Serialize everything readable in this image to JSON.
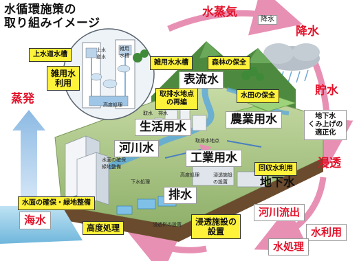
{
  "title": {
    "line1": "水循環施策の",
    "line2": "取り組みイメージ"
  },
  "labels": {
    "water_vapor": "水蒸気",
    "snowfall_small": "降水",
    "precipitation": "降水",
    "storage": "貯水",
    "groundwater_pumping": "地下水\nくみ上げの\n適正化",
    "infiltration": "浸透",
    "river_outflow": "河川流出",
    "water_use": "水利用",
    "water_treatment": "水処理",
    "sea_water": "海水",
    "evaporation": "蒸発",
    "water_supply_tank": "上水道水槽",
    "gray_water_use": "雑用水\n利用",
    "gray_water_tank": "雑用水水槽",
    "forest_conservation": "森林の保全",
    "surface_water": "表流水",
    "intake_relocation": "取排水地点\nの再編",
    "paddy_conservation": "水田の保全",
    "domestic_water": "生活用水",
    "agricultural_water": "農業用水",
    "river_water": "河川水",
    "industrial_water": "工業用水",
    "recovered_water_use": "回収水利用",
    "groundwater": "地下水",
    "drainage": "排水",
    "waterside_greening": "水面の確保・緑地整備",
    "advanced_treatment": "高度処理",
    "infiltration_facility": "浸透施設の\n設置"
  },
  "small_text": {
    "tank_upper": "上水\n道水",
    "tank_lower": "雑用\n水槽",
    "advanced_treatment_small": "高度処理",
    "intake_point_small": "取排水地点",
    "sewer": "下水処理",
    "advanced_treatment_plant": "高度処理",
    "infiltration_small": "浸透施設\nの設置",
    "infiltration_inlet": "浸透桝の設置",
    "waterside_small": "水面の確保\n緑地整備",
    "intake_small": "取水",
    "discharge_small": "排水"
  },
  "colors": {
    "cycle_arrow": "#e890b4",
    "label_red": "#e3122a",
    "label_yellow": "#fff23a",
    "evaporation_arrow": "#9fc3e6"
  }
}
